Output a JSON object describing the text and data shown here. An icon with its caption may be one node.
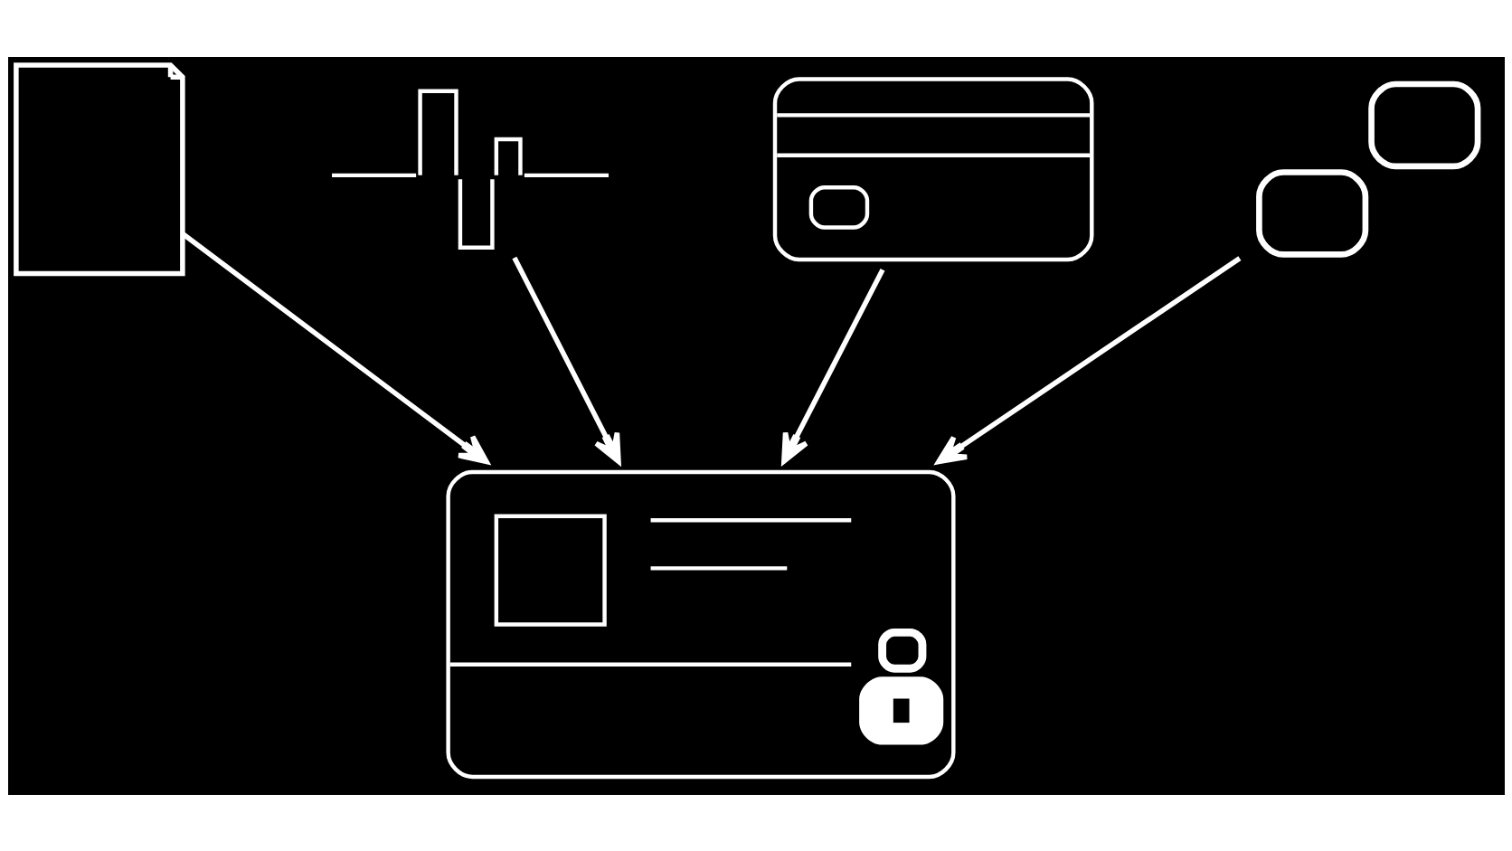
{
  "diagram": {
    "nodes": [
      {
        "text": [],
        "shape": "picture"
      },
      {
        "text": [],
        "shape": "picture"
      },
      {
        "text": [],
        "shape": "picture"
      },
      {
        "text": [],
        "shape": "picture"
      },
      {
        "text": [],
        "shape": "picture"
      }
    ],
    "edges": [
      {
        "from": 0,
        "to": 4,
        "arrow": "to"
      },
      {
        "from": 1,
        "to": 4,
        "arrow": "to"
      },
      {
        "from": 2,
        "to": 4,
        "arrow": "to"
      },
      {
        "from": 3,
        "to": 4,
        "arrow": "to"
      }
    ]
  }
}
